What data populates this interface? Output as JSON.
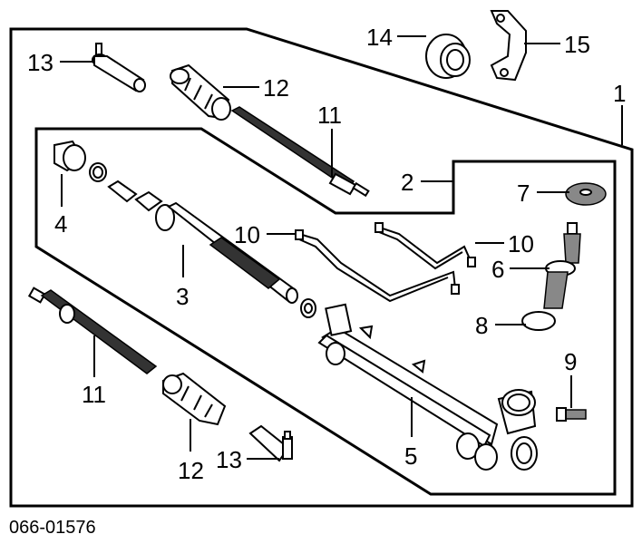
{
  "diagram": {
    "drawing_number": "066-01576",
    "callouts": {
      "c1": "1",
      "c2": "2",
      "c3": "3",
      "c4": "4",
      "c5": "5",
      "c6": "6",
      "c7": "7",
      "c8": "8",
      "c9": "9",
      "c10a": "10",
      "c10b": "10",
      "c11a": "11",
      "c11b": "11",
      "c12a": "12",
      "c12b": "12",
      "c13a": "13",
      "c13b": "13",
      "c14": "14",
      "c15": "15"
    }
  }
}
